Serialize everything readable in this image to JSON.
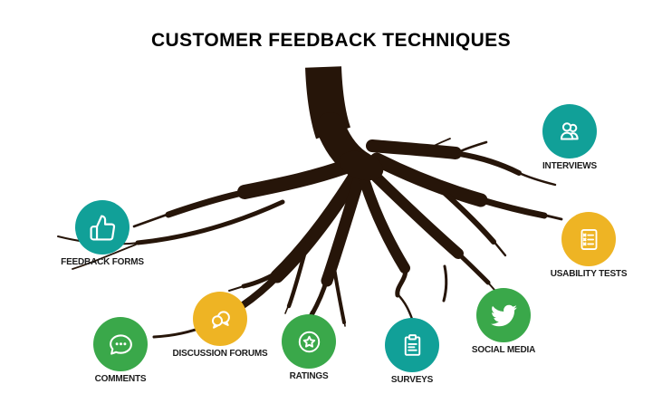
{
  "title": "CUSTOMER FEEDBACK TECHNIQUES",
  "colors": {
    "teal": "#11A098",
    "green": "#3AA84A",
    "yellow": "#EEB424",
    "root": "#261509",
    "icon_white": "#FFFFFF",
    "label_text": "#1C1C1C",
    "title_text": "#000000",
    "background": "#FFFFFF"
  },
  "techniques": [
    {
      "label": "FEEDBACK FORMS",
      "icon": "thumbs-up-icon",
      "color": "teal"
    },
    {
      "label": "COMMENTS",
      "icon": "comment-bubble-icon",
      "color": "green"
    },
    {
      "label": "DISCUSSION FORUMS",
      "icon": "chat-bubbles-icon",
      "color": "yellow"
    },
    {
      "label": "RATINGS",
      "icon": "star-badge-icon",
      "color": "green"
    },
    {
      "label": "SURVEYS",
      "icon": "clipboard-icon",
      "color": "teal"
    },
    {
      "label": "SOCIAL MEDIA",
      "icon": "twitter-bird-icon",
      "color": "green"
    },
    {
      "label": "USABILITY TESTS",
      "icon": "checklist-icon",
      "color": "yellow"
    },
    {
      "label": "INTERVIEWS",
      "icon": "people-icon",
      "color": "teal"
    }
  ]
}
